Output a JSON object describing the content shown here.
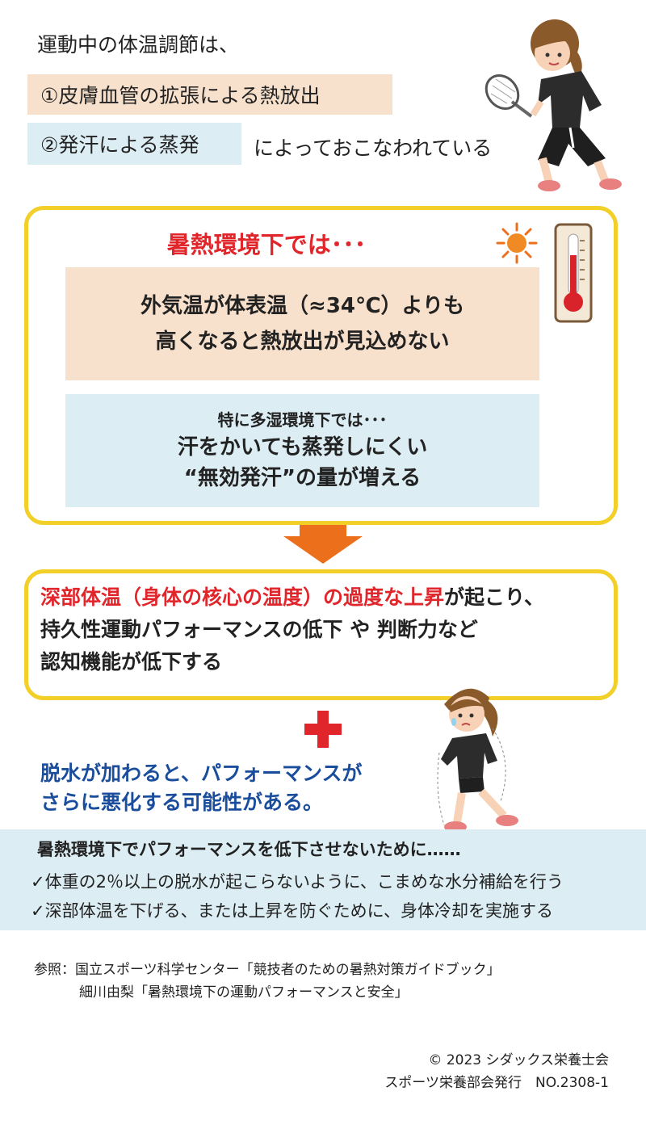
{
  "intro": {
    "line1": "運動中の体温調節は、",
    "item1": "①皮膚血管の拡張による熱放出",
    "item2": "②発汗による蒸発",
    "suffix": "によっておこなわれている"
  },
  "heat_box": {
    "title": "暑熱環境下では･･･",
    "beige_line1": "外気温が体表温（≈34℃）よりも",
    "beige_line2": "高くなると熱放出が見込めない",
    "blue_sub": "特に多湿環境下では･･･",
    "blue_line1": "汗をかいても蒸発しにくい",
    "blue_line2": "“無効発汗”の量が増える"
  },
  "result_box": {
    "line1_red": "深部体温（身体の核心の温度）の過度な上昇",
    "line1_rest": "が起こり、",
    "line2": "持久性運動パフォーマンスの低下 や 判断力など",
    "line3": "認知機能が低下する"
  },
  "dehydration": {
    "line1": "脱水が加わると、パフォーマンスが",
    "line2": "さらに悪化する可能性がある。"
  },
  "advice": {
    "title": "暑熱環境下でパフォーマンスを低下させないために……",
    "items": [
      "✓体重の2％以上の脱水が起こらないように、こまめな水分補給を行う",
      "✓深部体温を下げる、または上昇を防ぐために、身体冷却を実施する"
    ]
  },
  "references": {
    "label": "参照：",
    "ref1": "国立スポーツ科学センター「競技者のための暑熱対策ガイドブック」",
    "ref2": "細川由梨「暑熱環境下の運動パフォーマンスと安全」"
  },
  "footer": {
    "copyright": "© 2023 シダックス栄養士会",
    "publisher": "スポーツ栄養部会発行　NO.2308-1"
  },
  "colors": {
    "accent_red": "#e0252b",
    "box_border": "#f2cf29",
    "beige": "#f8e1cc",
    "light_blue": "#dcedf3",
    "arrow_orange": "#ec6f1b",
    "text_blue": "#1a4d9c"
  }
}
